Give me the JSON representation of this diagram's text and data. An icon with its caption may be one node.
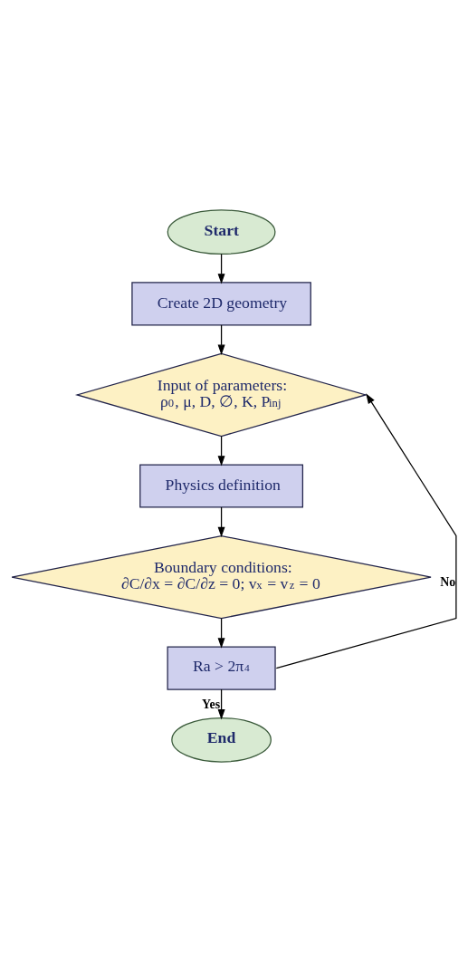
{
  "diagram": {
    "nodes": [
      {
        "text": [
          "Start"
        ]
      },
      {
        "text": [
          "Create 2D geometry"
        ]
      },
      {
        "text": [
          "Input of parameters:",
          "ρ$_{0}$, μ, D, ∅, K, P$_{inj}$"
        ]
      },
      {
        "text": [
          "Physics definition"
        ]
      },
      {
        "text": [
          "Boundary conditions:",
          "∂C/∂x = ∂C/∂z = 0; v$_{x}$ = v$_{z}$ = 0"
        ]
      },
      {
        "text": [
          "Ra > 2π$^{4}$"
        ]
      },
      {
        "text": [
          "End"
        ]
      }
    ],
    "edges": [
      {
        "from": 0,
        "to": 1,
        "arrow": "to"
      },
      {
        "from": 1,
        "to": 2,
        "arrow": "to"
      },
      {
        "from": 2,
        "to": 3,
        "arrow": "to"
      },
      {
        "from": 3,
        "to": 4,
        "arrow": "to"
      },
      {
        "from": 4,
        "to": 5,
        "arrow": "to"
      },
      {
        "from": 5,
        "to": 6,
        "arrow": "to",
        "label": "Yes"
      },
      {
        "from": 5,
        "to": 2,
        "arrow": "to",
        "label": "No"
      }
    ]
  }
}
